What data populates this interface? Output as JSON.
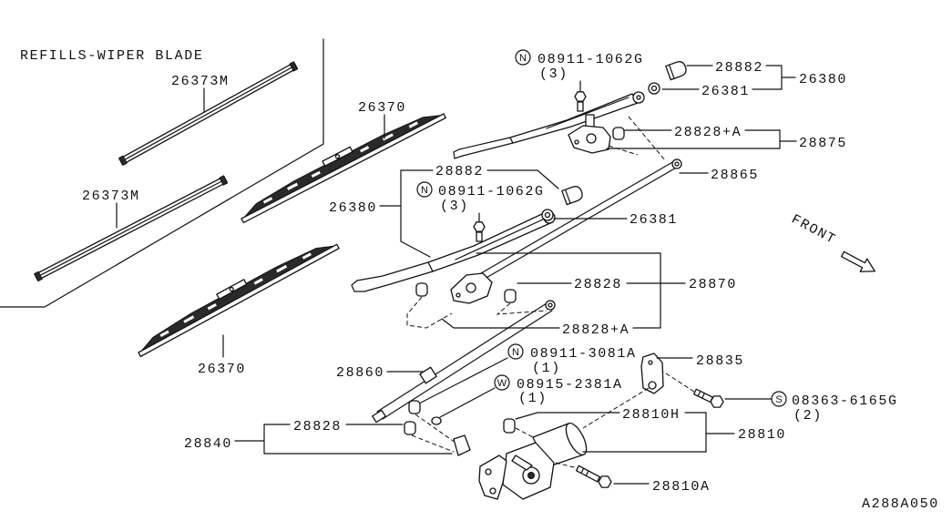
{
  "section_title": "REFILLS-WIPER BLADE",
  "refills": [
    "26373M",
    "26373M"
  ],
  "blades": [
    "26370",
    "26370"
  ],
  "upper_arm": {
    "nut": {
      "symbol": "N",
      "part": "08911-1062G",
      "qty": "(3)"
    },
    "cap": "28882",
    "washer": "26381",
    "arm": "26380",
    "bushing": "28828+A",
    "pivot": "28875"
  },
  "link_rod": "28865",
  "lower_arm": {
    "cap": "28882",
    "nut": {
      "symbol": "N",
      "part": "08911-1062G",
      "qty": "(3)"
    },
    "arm": "26380",
    "washer": "26381"
  },
  "front_label": "FRONT",
  "linkage": {
    "bushing": "28828",
    "assembly": "28870",
    "bushing_a": "28828+A",
    "rod": "28860"
  },
  "fasteners": {
    "nut": {
      "symbol": "N",
      "part": "08911-3081A",
      "qty": "(1)"
    },
    "washer": {
      "symbol": "W",
      "part": "08915-2381A",
      "qty": "(1)"
    },
    "bolt": {
      "symbol": "S",
      "part": "08363-6165G",
      "qty": "(2)"
    }
  },
  "bracket": "28835",
  "motor_group": {
    "bushing": "28828",
    "assembly": "28840",
    "grommet": "28810H",
    "motor": "28810",
    "bolt": "28810A"
  },
  "drawing_code": "A288A050"
}
